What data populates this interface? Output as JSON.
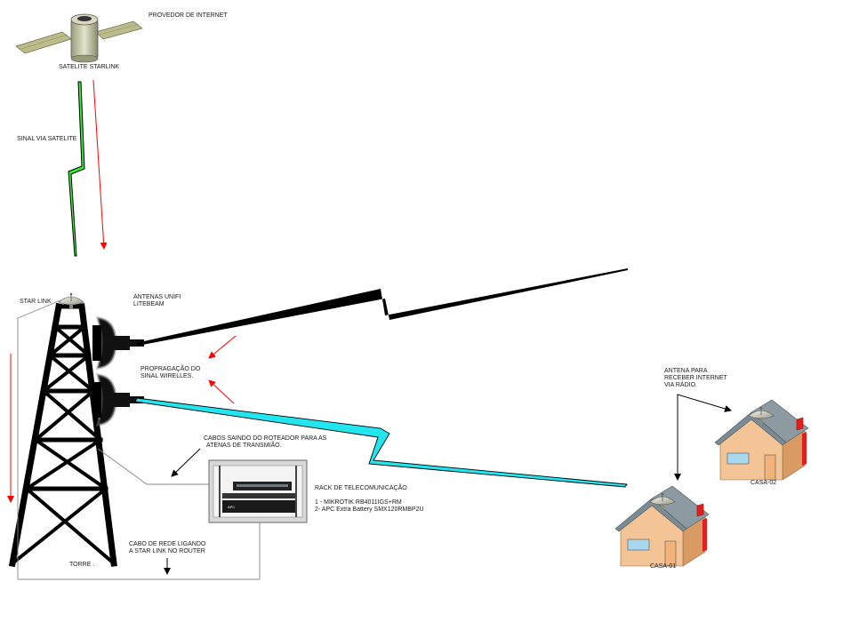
{
  "labels": {
    "provider": "PROVEDOR DE INTERNET",
    "satellite": "SATELITE STARLINK",
    "signal": "SINAL VIA SATELITE",
    "starlink": "STAR LINK",
    "antennas_l1": "ANTENAS UNIFI",
    "antennas_l2": "LITEBEAM",
    "propagation_l1": "PROPRAGAÇÃO DO",
    "propagation_l2": "SINAL WIRELLES.",
    "cables_l1": "CABOS SAINDO DO ROTEADOR PARA AS",
    "cables_l2": "ATENAS DE TRANSMIÃO.",
    "rack_title": "RACK DE TELECOMUNICAÇÃO",
    "rack_item1": "1 - MIKROTIK RB4011IGS+RM",
    "rack_item2": "2- APC Extra Battery SMX120RMBP2U",
    "network_cable_l1": "CABO DE REDE LIGANDO",
    "network_cable_l2": "A STAR LINK NO ROUTER",
    "tower": "TORRE .",
    "receive_l1": "ANTENA PARA",
    "receive_l2": "RECEBER INTERNET",
    "receive_l3": "VIA RÁDIO.",
    "house1": "CASA-01",
    "house2": "CASA-02",
    "apc_badge": "APC"
  },
  "colors": {
    "satellite_link": "#33ee33",
    "wireless_link_1": "#000000",
    "wireless_link_2": "#22e5ee",
    "arrow_red": "#ff0000",
    "house_wall": "#f3c596",
    "house_roof": "#7b8a93",
    "house_door": "#f3b27a",
    "window": "#a8d8ee",
    "chimney": "#e02020"
  },
  "icons": [
    "satellite-icon",
    "dish-icon",
    "tower-icon",
    "sector-antenna-icon",
    "rack-icon",
    "house-icon"
  ]
}
